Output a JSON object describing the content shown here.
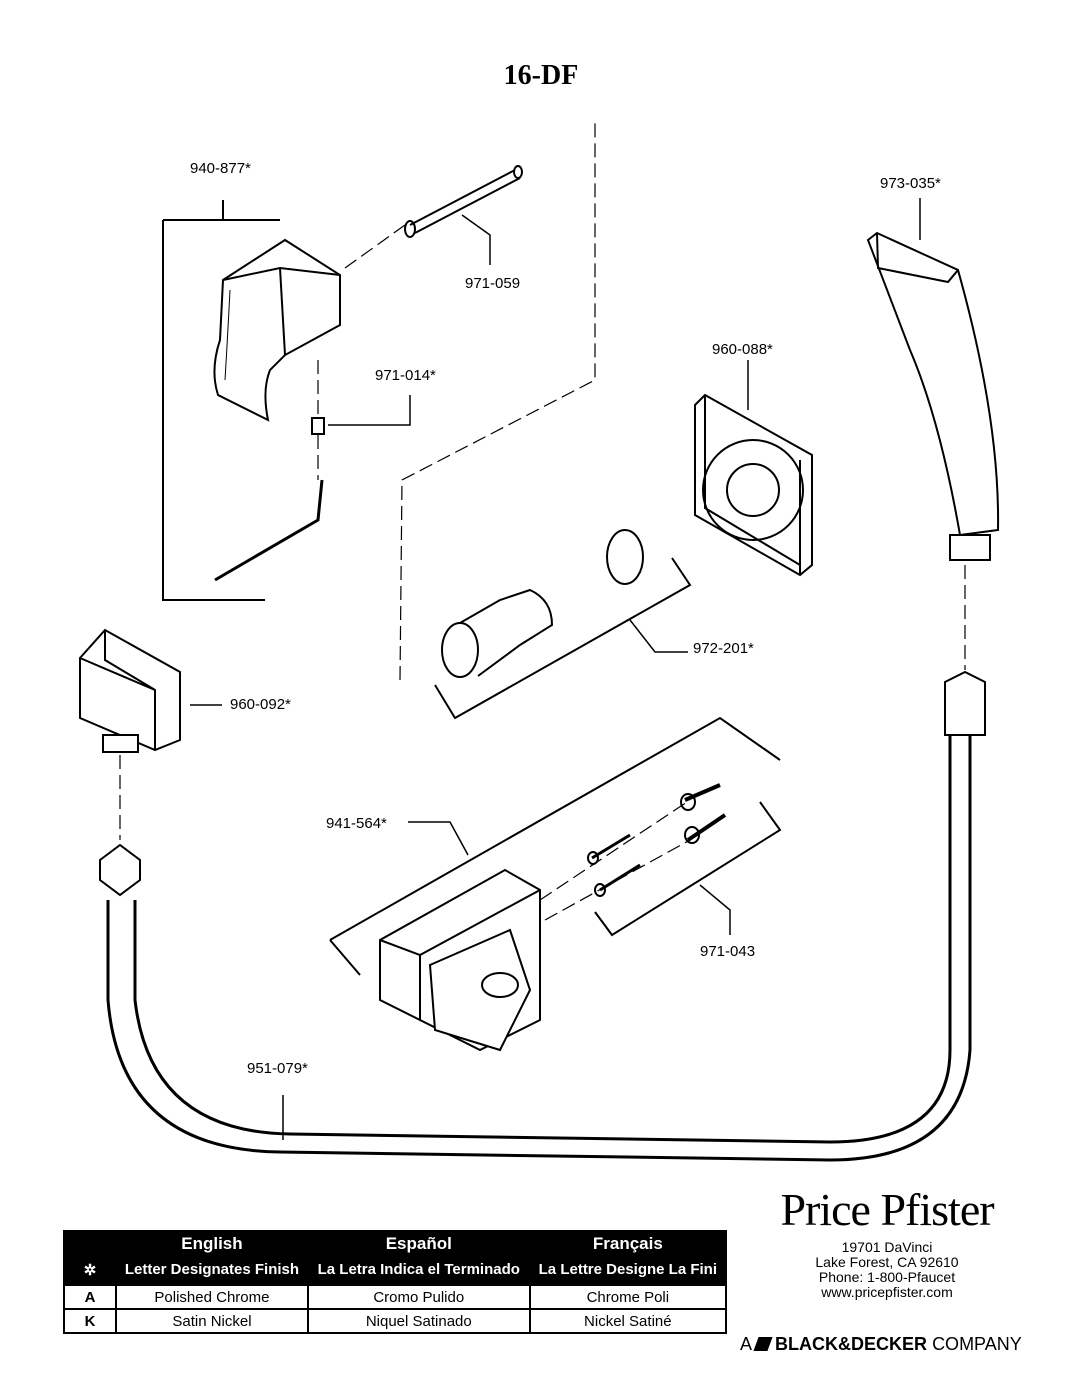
{
  "title": "16-DF",
  "parts": {
    "handle": "940-877*",
    "stem": "971-059",
    "set_screw": "971-014*",
    "flange": "960-088*",
    "hand_shower": "973-035*",
    "sleeve_kit": "972-201*",
    "wall_elbow": "960-092*",
    "holder": "941-564*",
    "screw_kit": "971-043",
    "hose": "951-079*"
  },
  "finish_table": {
    "headers": [
      "English",
      "Español",
      "Français"
    ],
    "legend_symbol": "✲",
    "legend": [
      "Letter Designates Finish",
      "La Letra Indica el Terminado",
      "La Lettre Designe La Fini"
    ],
    "rows": [
      {
        "code": "A",
        "cells": [
          "Polished Chrome",
          "Cromo Pulido",
          "Chrome Poli"
        ]
      },
      {
        "code": "K",
        "cells": [
          "Satin Nickel",
          "Niquel Satinado",
          "Nickel Satiné"
        ]
      }
    ]
  },
  "brand": {
    "name": "Price Pfister",
    "address_lines": [
      "19701 DaVinci",
      "Lake Forest, CA 92610",
      "Phone: 1-800-Pfaucet",
      "www.pricepfister.com"
    ],
    "company_prefix": "A",
    "company_name": "BLACK&DECKER",
    "company_suffix": "COMPANY"
  }
}
